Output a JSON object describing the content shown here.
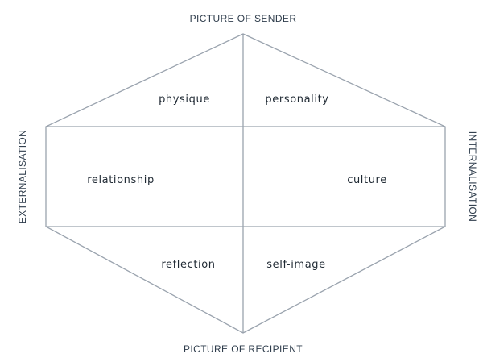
{
  "diagram": {
    "axes": {
      "top": "PICTURE OF SENDER",
      "bottom": "PICTURE OF RECIPIENT",
      "left": "EXTERNALISATION",
      "right": "INTERNALISATION"
    },
    "facets": {
      "physique": "physique",
      "personality": "personality",
      "relationship": "relationship",
      "culture": "culture",
      "reflection": "reflection",
      "self_image": "self-image"
    }
  },
  "colors": {
    "lines": "#9aa3ae",
    "axis_text": "#2f3d4c",
    "facet_text": "#1f2933"
  }
}
